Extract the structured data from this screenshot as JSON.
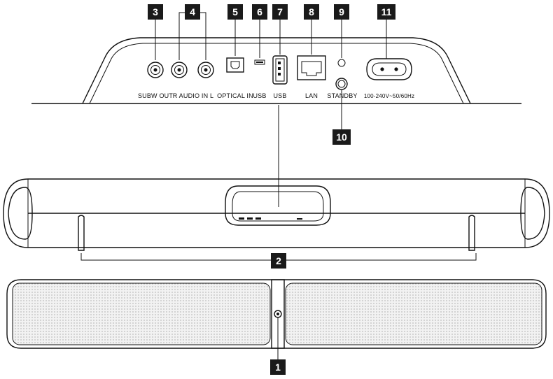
{
  "callouts": {
    "n1": "1",
    "n2": "2",
    "n3": "3",
    "n4": "4",
    "n5": "5",
    "n6": "6",
    "n7": "7",
    "n8": "8",
    "n9": "9",
    "n10": "10",
    "n11": "11"
  },
  "labels": {
    "subw_out": "SUBW OUT",
    "audio_in": "R  AUDIO IN  L",
    "optical_in": "OPTICAL IN",
    "usb_small": "USB",
    "usb_large": "USB",
    "lan": "LAN",
    "standby": "STANDBY",
    "power": "100-240V~50/60Hz"
  },
  "colors": {
    "callout_fill": "#1a1a1a",
    "grille": "#cfcfcf",
    "outline": "#111111"
  }
}
